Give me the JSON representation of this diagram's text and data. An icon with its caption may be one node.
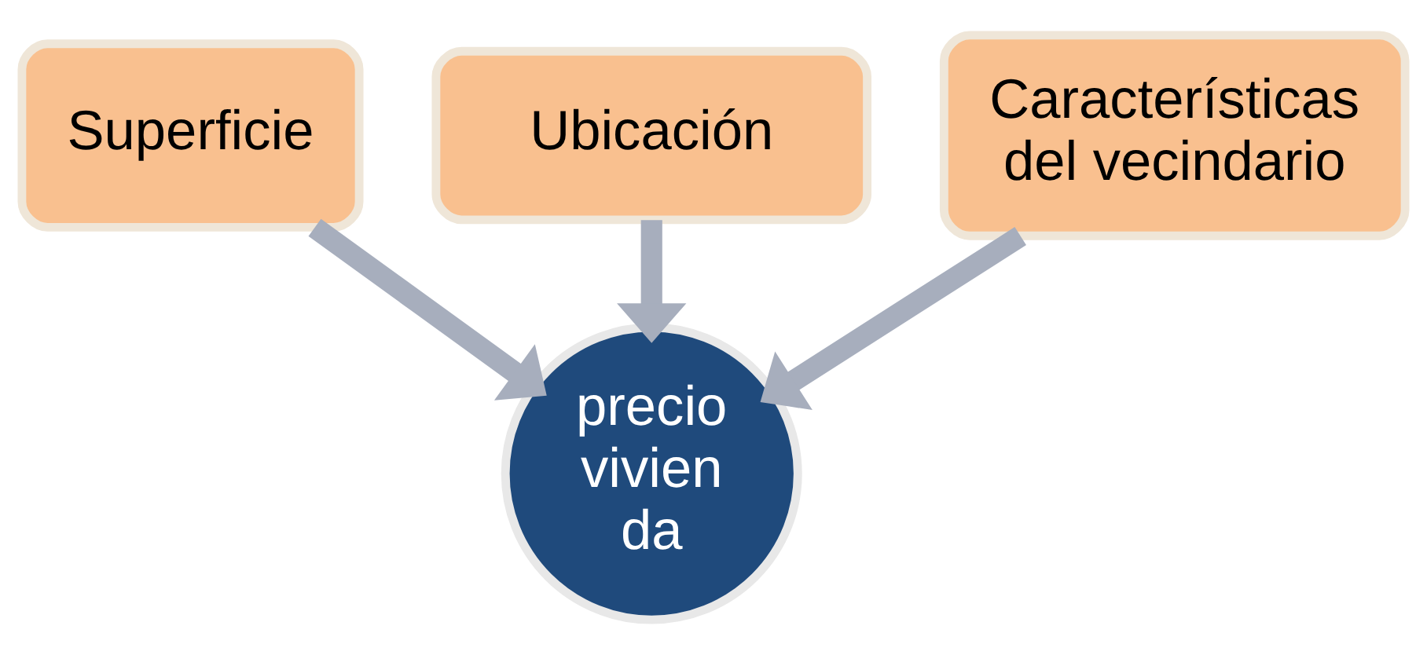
{
  "diagram": {
    "nodes": [
      {
        "text": [
          "Superficie"
        ]
      },
      {
        "text": [
          "Ubicación"
        ]
      },
      {
        "text": [
          "Características del vecindario"
        ]
      },
      {
        "text": [
          "precio vivien da"
        ]
      }
    ],
    "edges": [
      {
        "from": 0,
        "to": 3,
        "arrow": "to"
      },
      {
        "from": 1,
        "to": 3,
        "arrow": "to"
      },
      {
        "from": 2,
        "to": 3,
        "arrow": "to"
      }
    ]
  }
}
